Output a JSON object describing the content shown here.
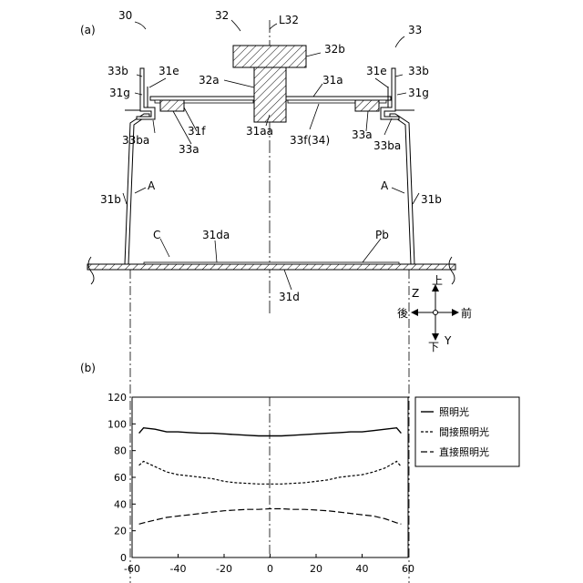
{
  "panel_a": {
    "panel_label": "(a)",
    "labels": {
      "l30": "30",
      "l32": "32",
      "lL32": "L32",
      "l33": "33",
      "l32b": "32b",
      "l32a": "32a",
      "l31a": "31a",
      "l33b_left": "33b",
      "l31e_left": "31e",
      "l31g_left": "31g",
      "l33b_right": "33b",
      "l31e_right": "31e",
      "l31g_right": "31g",
      "l33ba_left": "33ba",
      "l31f": "31f",
      "l33a_left": "33a",
      "l31aa": "31aa",
      "l33f34": "33f(34)",
      "l33a_right": "33a",
      "l33ba_right": "33ba",
      "lA_left": "A",
      "lA_right": "A",
      "l31b_left": "31b",
      "l31b_right": "31b",
      "lC": "C",
      "l31da": "31da",
      "lPb": "Pb",
      "l31d": "31d"
    },
    "directions": {
      "up": "上",
      "down": "下",
      "front": "前",
      "back": "後",
      "z": "Z",
      "y": "Y"
    }
  },
  "panel_b": {
    "panel_label": "(b)"
  },
  "chart_data": {
    "type": "line",
    "xlim": [
      -60,
      60
    ],
    "ylim": [
      0,
      120
    ],
    "x_ticks": [
      -60,
      -40,
      -20,
      0,
      20,
      40,
      60
    ],
    "y_ticks": [
      0,
      20,
      40,
      60,
      80,
      100,
      120
    ],
    "legend_position": "right",
    "x": [
      -57,
      -55,
      -50,
      -45,
      -40,
      -35,
      -30,
      -25,
      -20,
      -15,
      -10,
      -5,
      0,
      5,
      10,
      15,
      20,
      25,
      30,
      35,
      40,
      45,
      50,
      55,
      57
    ],
    "series": [
      {
        "name": "照明光",
        "style": "solid",
        "values": [
          93,
          97,
          96,
          94,
          94,
          93.5,
          93,
          93,
          92.5,
          92,
          91.5,
          91,
          91,
          91,
          91.5,
          92,
          92.5,
          93,
          93.5,
          94,
          94,
          95,
          96,
          97,
          93
        ]
      },
      {
        "name": "間接照明光",
        "style": "dashed",
        "values": [
          69,
          72,
          68,
          64,
          62,
          61,
          60,
          59,
          57,
          56,
          55.5,
          55,
          55,
          55,
          55.5,
          56,
          57,
          58,
          60,
          61,
          62,
          64,
          67,
          72,
          68
        ]
      },
      {
        "name": "直接照明光",
        "style": "longdash",
        "values": [
          25,
          26,
          28,
          30,
          31,
          32,
          33,
          34,
          35,
          35.5,
          36,
          36,
          36.5,
          36.5,
          36,
          36,
          35.5,
          35,
          34,
          33,
          32,
          31,
          29,
          26,
          25
        ]
      }
    ]
  }
}
